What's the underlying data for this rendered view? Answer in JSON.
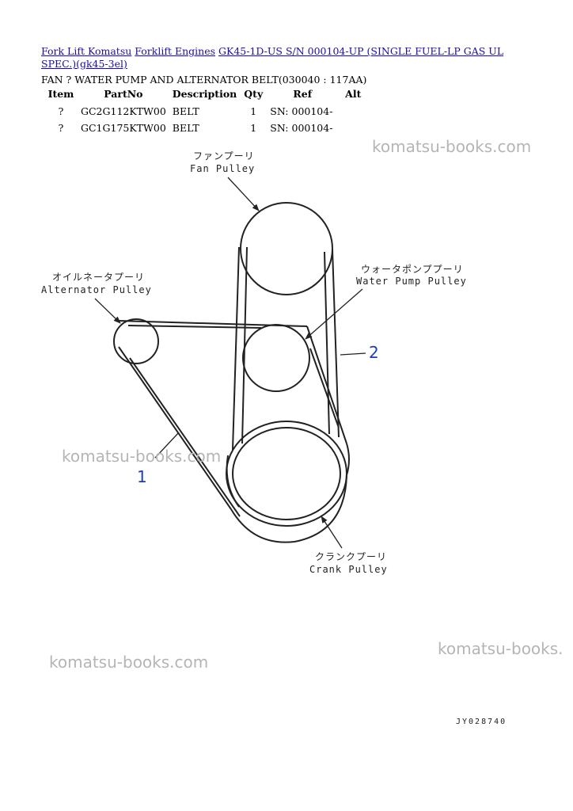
{
  "breadcrumb": {
    "links": [
      "Fork Lift Komatsu",
      "Forklift Engines",
      "GK45-1D-US S/N 000104-UP (SINGLE FUEL-LP GAS UL SPEC.)(gk45-3el)"
    ]
  },
  "page_title": "FAN ? WATER PUMP AND ALTERNATOR BELT(030040 : 117AA)",
  "table": {
    "headers": [
      "Item",
      "PartNo",
      "Description",
      "Qty",
      "Ref",
      "Alt"
    ],
    "rows": [
      [
        "?",
        "GC2G112KTW00",
        "BELT",
        "1",
        "SN: 000104-",
        ""
      ],
      [
        "?",
        "GC1G175KTW00",
        "BELT",
        "1",
        "SN: 000104-",
        ""
      ]
    ]
  },
  "diagram": {
    "labels": {
      "fan_jp": "ファンプーリ",
      "fan_en": "Fan Pulley",
      "water_jp": "ウォータポンププーリ",
      "water_en": "Water Pump Pulley",
      "alt_jp": "オイルネータプーリ",
      "alt_en": "Alternator Pulley",
      "crank_jp": "クランクプーリ",
      "crank_en": "Crank Pulley",
      "callout_1": "1",
      "callout_2": "2",
      "drawing_code": "JY028740"
    }
  },
  "watermarks": [
    "komatsu-books.com",
    "komatsu-books.com",
    "komatsu-books.com",
    "komatsu-books."
  ]
}
